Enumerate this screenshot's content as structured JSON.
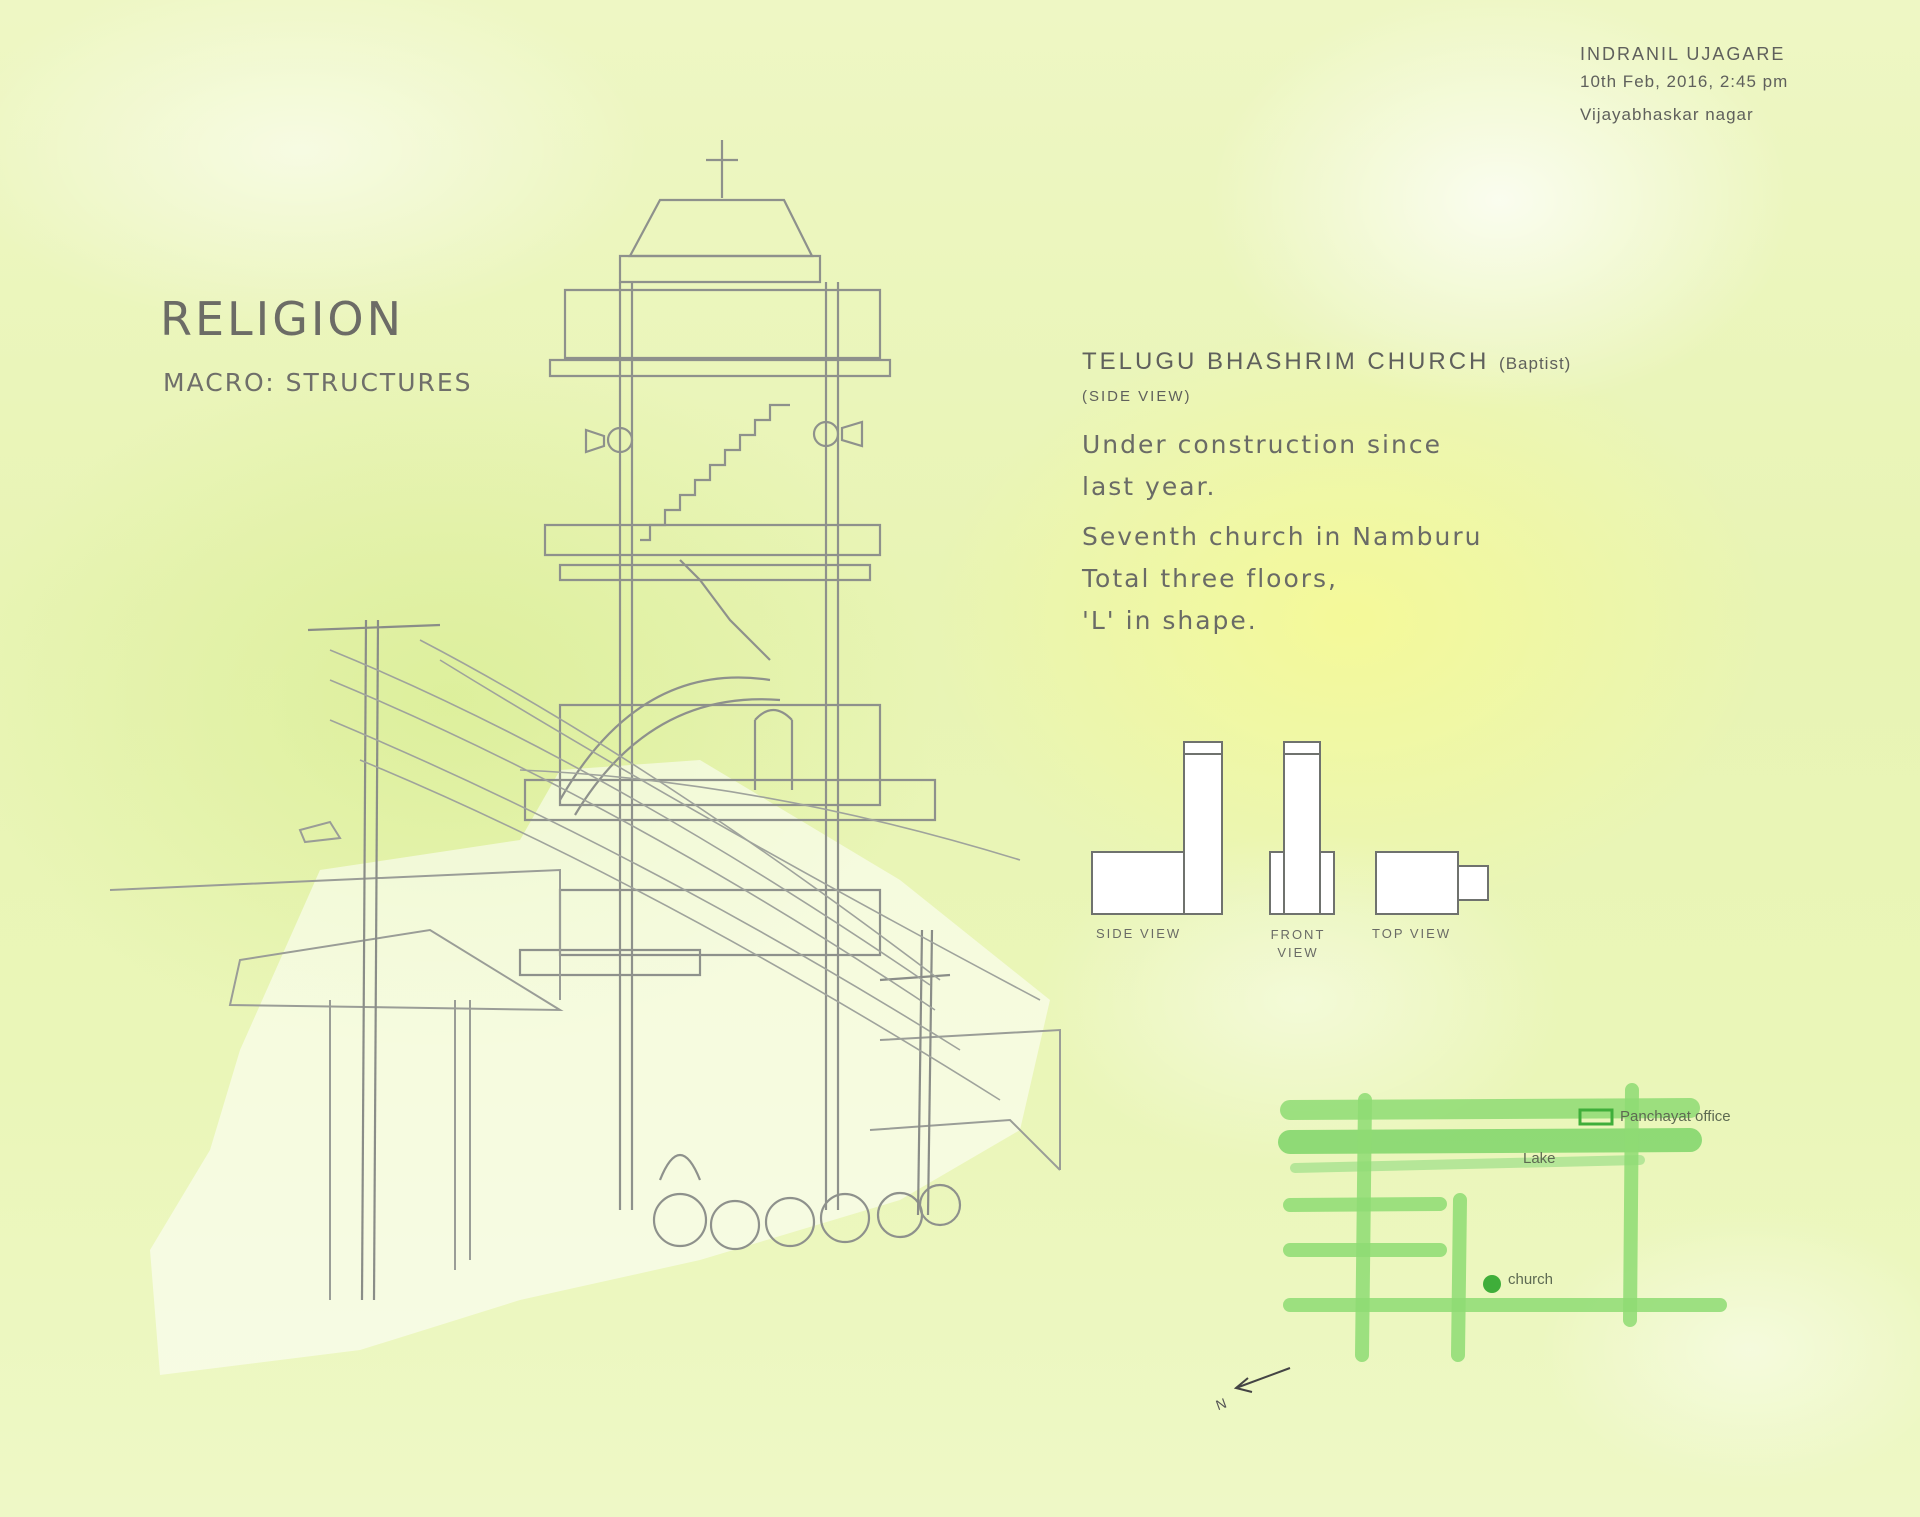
{
  "sheet": {
    "title": "RELIGION",
    "subtitle": "MACRO: STRUCTURES",
    "author": "INDRANIL UJAGARE",
    "date": "10th Feb, 2016, 2:45 pm",
    "place": "Vijayabhaskar nagar"
  },
  "church": {
    "name": "TELUGU BHASHRIM CHURCH",
    "denomination": "(Baptist)",
    "view_label": "(SIDE VIEW)",
    "notes": [
      "Under construction since",
      "last year.",
      "Seventh church in Namburu",
      "Total three floors,",
      "'L' in shape."
    ]
  },
  "diagrams": {
    "side_view": "SIDE VIEW",
    "front_view": "FRONT VIEW",
    "top_view": "TOP VIEW"
  },
  "map": {
    "panchayat": "Panchayat office",
    "lake": "Lake",
    "church": "church",
    "road_color": "#7fd66a",
    "marker_color": "#3fae3a"
  },
  "compass": {
    "label": "N"
  }
}
